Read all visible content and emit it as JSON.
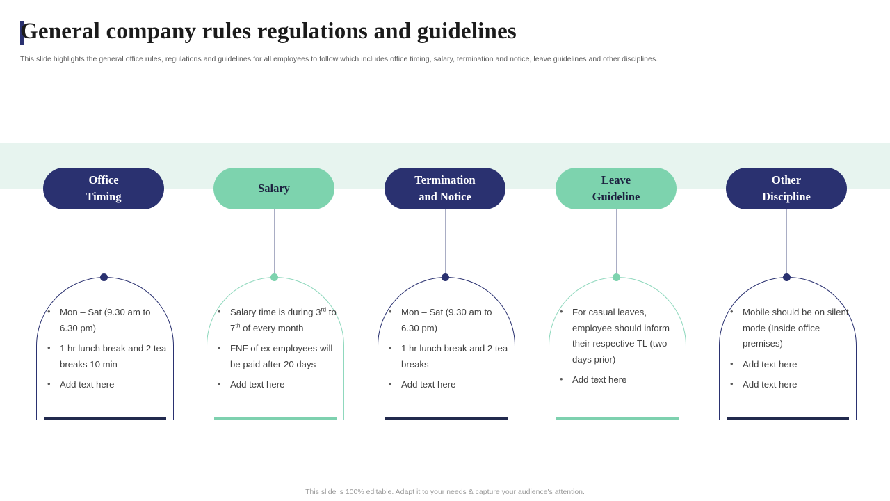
{
  "slide": {
    "title": "General company rules regulations and guidelines",
    "subtitle": "This slide highlights the general office rules, regulations and guidelines for all employees to follow which includes office timing, salary, termination and notice, leave guidelines and other disciplines.",
    "footer": "This slide is 100% editable. Adapt it to your needs & capture your audience's attention."
  },
  "colors": {
    "navy": "#2a3170",
    "teal": "#7dd3ae",
    "band": "#e7f4ef",
    "body_text": "#404040",
    "muted_text": "#9a9a9a"
  },
  "columns": [
    {
      "theme": "navy",
      "title_line1": "Office",
      "title_line2": "Timing",
      "bullets": [
        "Mon – Sat (9.30 am to 6.30 pm)",
        "1 hr lunch break and 2 tea breaks 10 min",
        "Add text here"
      ]
    },
    {
      "theme": "teal",
      "title_line1": "Salary",
      "title_line2": "",
      "bullets": [
        "Salary time is during 3rd to 7th of every month",
        "FNF of ex employees will be paid after 20 days",
        "Add text here"
      ],
      "bullets_html": [
        "Salary time is during 3<sup>rd</sup> to 7<sup>th</sup> of every month",
        "FNF of ex employees will be paid after 20 days",
        "Add text here"
      ]
    },
    {
      "theme": "navy",
      "title_line1": "Termination",
      "title_line2": "and Notice",
      "bullets": [
        "Mon – Sat (9.30 am to 6.30 pm)",
        "1 hr lunch break and 2 tea breaks",
        "Add text here"
      ]
    },
    {
      "theme": "teal",
      "title_line1": "Leave",
      "title_line2": "Guideline",
      "bullets": [
        "For casual leaves, employee should inform their respective TL (two days prior)",
        "Add text here"
      ]
    },
    {
      "theme": "navy",
      "title_line1": "Other",
      "title_line2": "Discipline",
      "bullets": [
        "Mobile should be on silent mode (Inside office premises)",
        "Add text here",
        "Add text here"
      ]
    }
  ]
}
